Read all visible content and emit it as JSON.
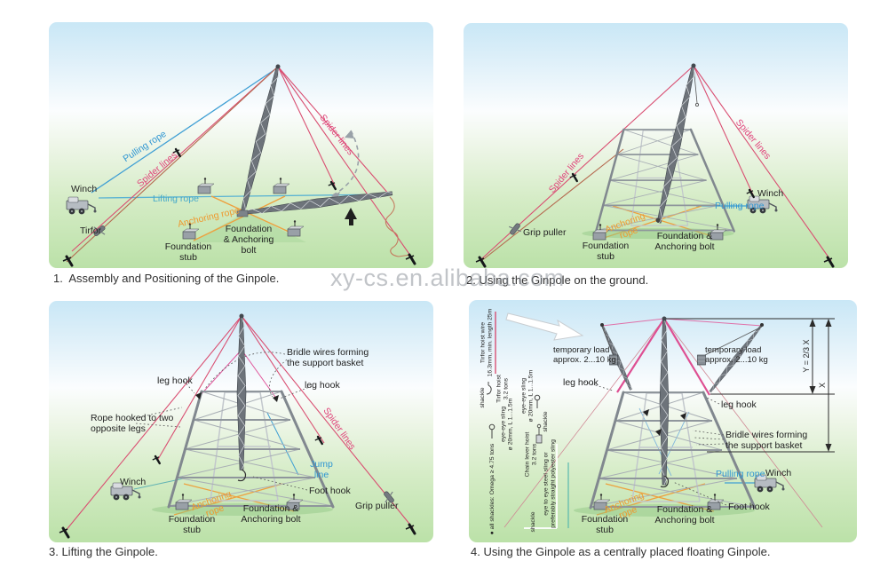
{
  "watermark": "xy-cs.en.alibaba.com",
  "colors": {
    "spider_pink": "#e0457b",
    "pulling_rope_blue": "#2f96d2",
    "lifting_rope_blue": "#45a9c9",
    "anchoring_rope_orange": "#ef992e",
    "sky_blue": "#c9e7f6",
    "ground_green": "#bbe1a8"
  },
  "panel1": {
    "caption": "1.  Assembly and Positioning of the Ginpole.",
    "labels": {
      "winch": "Winch",
      "tirfor": "Tirfor",
      "pulling_rope": "Pulling rope",
      "spider_lines_left": "Spider lines",
      "spider_lines_right": "Spider lines",
      "lifting_rope": "Lifting rope",
      "anchoring_rope": "Anchoring rope",
      "foundation_bolt": "Foundation\n& Anchoring bolt",
      "foundation_stub": "Foundation\nstub"
    }
  },
  "panel2": {
    "caption": "2. Using the Ginpole on the ground.",
    "labels": {
      "spider_lines_left": "Spider lines",
      "spider_lines_right": "Spider lines",
      "grip_puller": "Grip puller",
      "winch": "Winch",
      "pulling_rope": "Pulling rope",
      "anchoring_rope": "Anchoring\nrope",
      "foundation_stub": "Foundation\nstub",
      "foundation_bolt": "Foundation &\nAnchoring bolt"
    }
  },
  "panel3": {
    "caption": "3. Lifting the Ginpole.",
    "labels": {
      "bridle_wires": "Bridle wires forming\nthe support basket",
      "leg_hook_left": "leg hook",
      "leg_hook_right": "leg hook",
      "rope_hooked": "Rope hooked to two\nopposite legs",
      "spider_lines": "Spider lines",
      "jump_line": "Jump\nline",
      "winch": "Winch",
      "anchoring_rope": "Anchoring\nrope",
      "foundation_stub": "Foundation\nstub",
      "foundation_bolt": "Foundation &\nAnchoring bolt",
      "foot_hook": "Foot hook",
      "grip_puller": "Grip puller"
    }
  },
  "panel4": {
    "caption": "4. Using the Ginpole as a centrally placed floating Ginpole.",
    "labels": {
      "temp_load_left": "temporary load\napprox. 2...10 kg",
      "temp_load_right": "temporary load\napprox. 2...10 kg",
      "leg_hook_left": "leg hook",
      "leg_hook_right": "leg hook",
      "bridle_wires": "Bridle wires forming\nthe support basket",
      "pulling_rope": "Pulling rope",
      "winch": "Winch",
      "foot_hook": "Foot hook",
      "foundation_bolt": "Foundation &\nAnchoring bolt",
      "foundation_stub": "Foundation\nstub",
      "anchoring_rope": "Anchoring\nrope",
      "dim_y": "Y = 2/3 X",
      "dim_x": "X"
    },
    "rigging_notes": {
      "tirfor_wire": "Tirfor hoist wire\n16.3mm, min. length 25m",
      "shackle_1": "shackle",
      "tirfor_hoist": "Tirfor hoist\n3.2 tons",
      "eye_sling_1": "eye-eye sling\nø 20mm, L 1...1.5m",
      "eye_sling_2": "eye-eye sling\nø 20mm, L 1...1.5m",
      "shackle_2": "shackle",
      "chain_hoist": "Chain lever hoist\n3.2 tons",
      "all_shackles": "● all shackles: Omega ≥ 4.75 tons",
      "eye_to_eye_sling": "eye to eye steel sling or\npreferably straight polyester sling",
      "shackle_3": "shackle"
    }
  }
}
